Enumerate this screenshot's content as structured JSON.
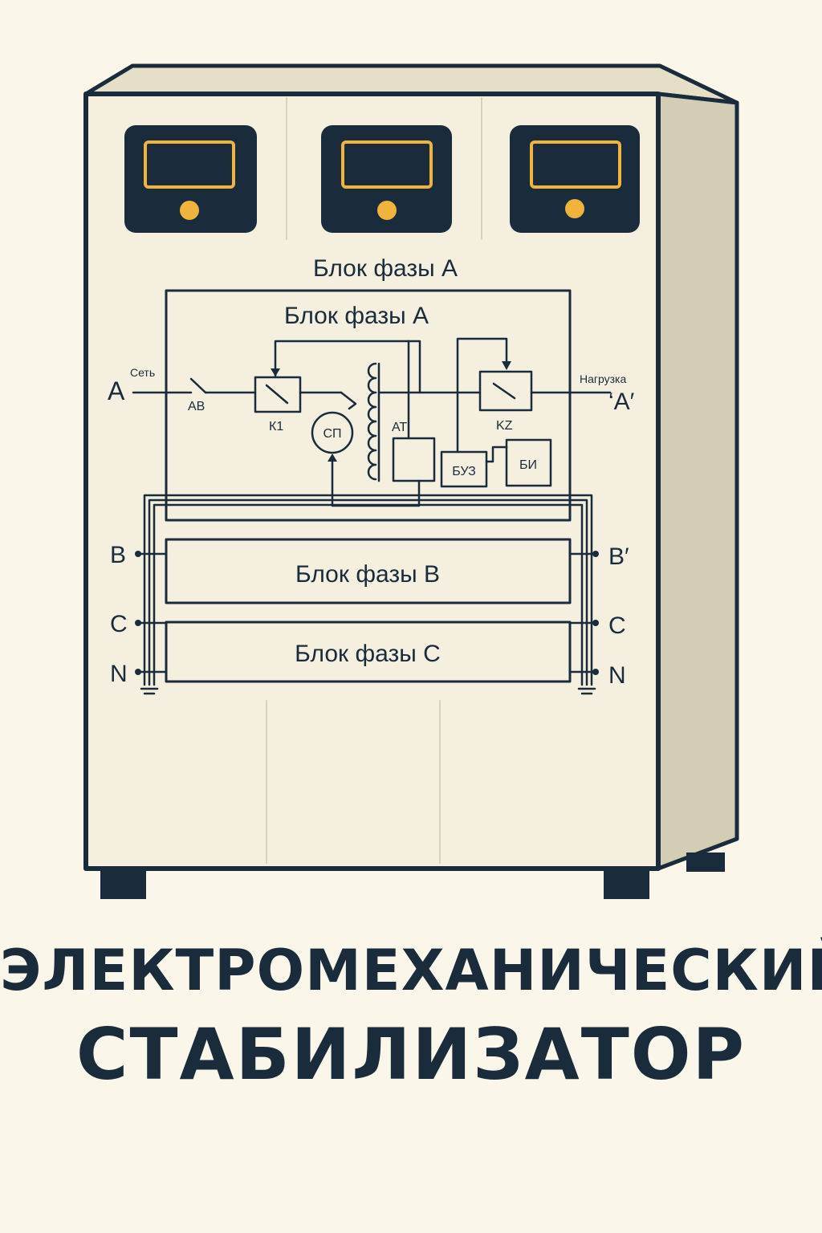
{
  "labels": {
    "outer_block": "Блок фазы A",
    "inner_block": "Блок фазы A",
    "input_terminal": "A",
    "input_caption": "Сеть",
    "breaker": "АВ",
    "relay_k1": "К1",
    "servo": "СП",
    "autotransformer": "АТ",
    "relay_kz": "KZ",
    "output_caption": "Нагрузка",
    "output_terminal": "‘A′",
    "control_unit": "БУЗ",
    "indicator_unit": "БИ",
    "phase_b_block": "Блок фазы B",
    "phase_c_block": "Блок фазы C",
    "left_b": "B",
    "left_c": "C",
    "left_n": "N",
    "right_b": "B′",
    "right_c": "C",
    "right_n": "N"
  },
  "title": {
    "line1": "ЭЛЕКТРОМЕХАНИЧЕСКИЙ",
    "line2": "СТАБИЛИЗАТОР"
  },
  "colors": {
    "ink": "#1a2b3c",
    "cabinet_front": "#f5efdf",
    "cabinet_side": "#d4cdb5",
    "meter_accent": "#f0b43c",
    "background": "#fbf6ea"
  }
}
